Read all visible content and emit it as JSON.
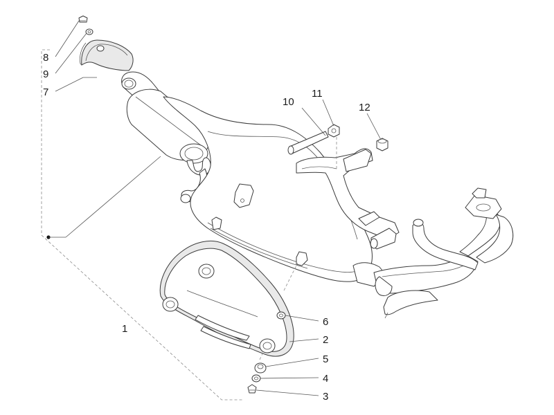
{
  "callouts": {
    "c1": "1",
    "c2": "2",
    "c3": "3",
    "c4": "4",
    "c5": "5",
    "c6": "6",
    "c7": "7",
    "c8": "8",
    "c9": "9",
    "c10": "10",
    "c11": "11",
    "c12": "12"
  },
  "colors": {
    "line": "#3a3a3a",
    "text": "#1a1a1a",
    "background": "#ffffff"
  }
}
